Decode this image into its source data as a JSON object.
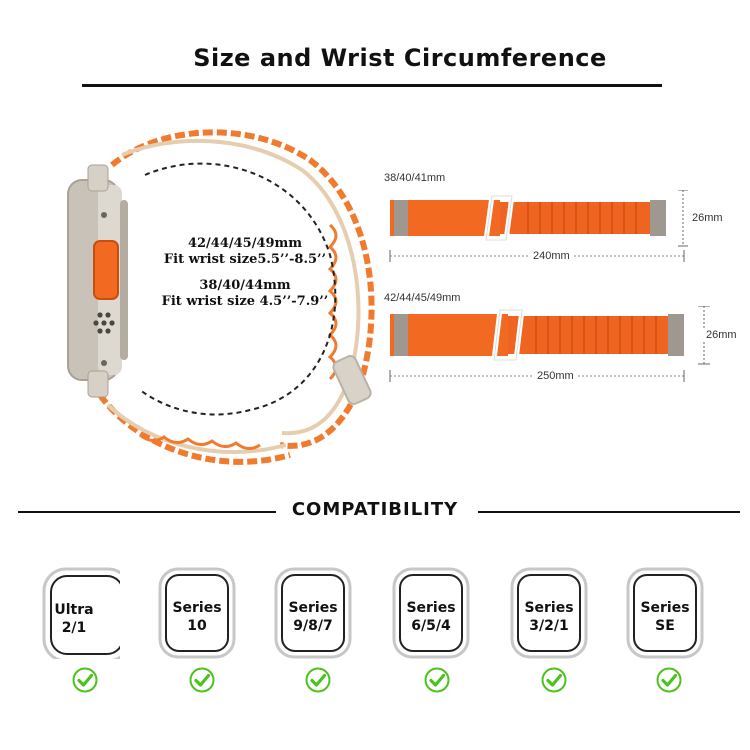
{
  "title": "Size and Wrist Circumference",
  "wrist": {
    "large_size": "42/44/45/49mm",
    "large_fit": "Fit wrist size5.5’’-8.5’’",
    "small_size": "38/40/44mm",
    "small_fit": "Fit wrist size 4.5’’-7.9’’"
  },
  "bands": [
    {
      "model": "38/40/41mm",
      "length": "240mm",
      "width": "26mm"
    },
    {
      "model": "42/44/45/49mm",
      "length": "250mm",
      "width": "26mm"
    }
  ],
  "compatibility": {
    "title": "COMPATIBILITY",
    "watches": [
      {
        "line1": "Ultra",
        "line2": "2/1"
      },
      {
        "line1": "Series",
        "line2": "10"
      },
      {
        "line1": "Series",
        "line2": "9/8/7"
      },
      {
        "line1": "Series",
        "line2": "6/5/4"
      },
      {
        "line1": "Series",
        "line2": "3/2/1"
      },
      {
        "line1": "Series",
        "line2": "SE"
      }
    ]
  },
  "colors": {
    "band_orange": "#f26a21",
    "check_green": "#4cc21e",
    "titanium": "#c9c2b8"
  },
  "icons": [
    "watch-icon",
    "check-icon",
    "band-icon"
  ]
}
